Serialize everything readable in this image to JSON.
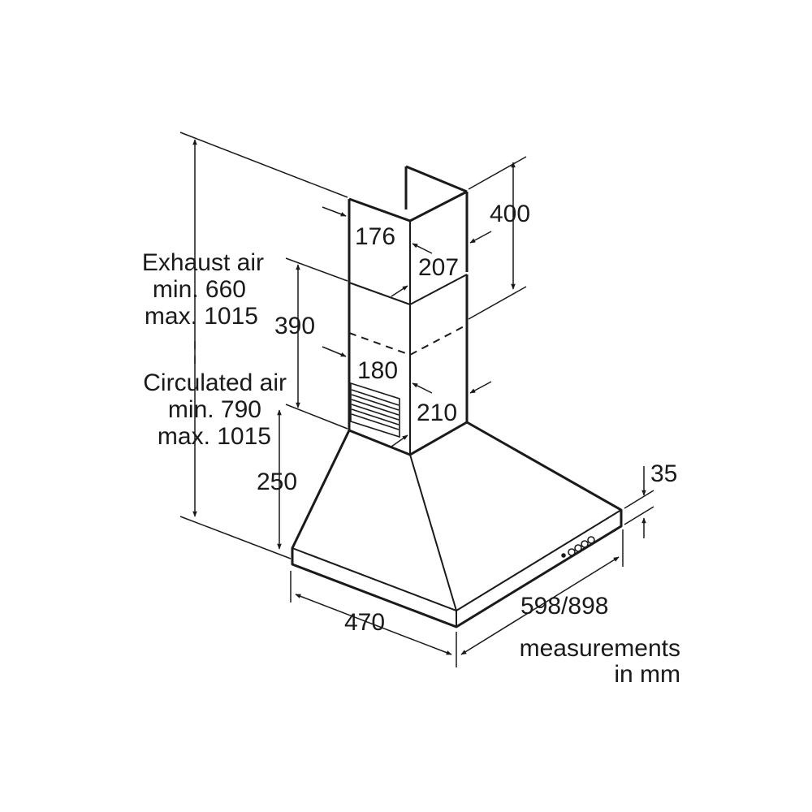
{
  "dimensions": {
    "chimney_upper_width": "176",
    "chimney_upper_depth": "207",
    "chimney_upper_height": "400",
    "chimney_lower_height": "390",
    "chimney_lower_width": "180",
    "chimney_lower_depth": "210",
    "canopy_height": "250",
    "canopy_depth": "470",
    "canopy_width": "598/898",
    "rim_height": "35"
  },
  "exhaust_air": {
    "label": "Exhaust air",
    "min": "min. 660",
    "max": "max. 1015"
  },
  "circulated_air": {
    "label": "Circulated air",
    "min": "min. 790",
    "max": "max. 1015"
  },
  "note": {
    "line1": "measurements",
    "line2": "in mm"
  }
}
